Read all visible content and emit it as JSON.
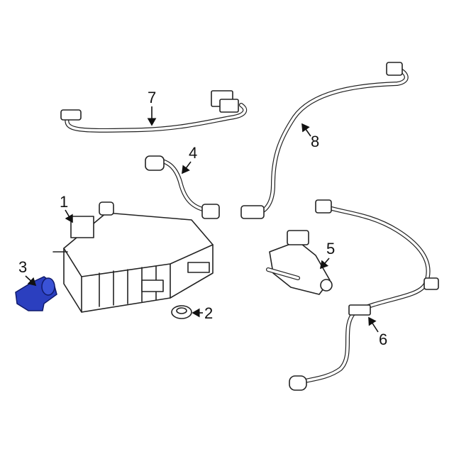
{
  "callouts": [
    {
      "label": "1"
    },
    {
      "label": "2"
    },
    {
      "label": "3"
    },
    {
      "label": "4"
    },
    {
      "label": "5"
    },
    {
      "label": "6"
    },
    {
      "label": "7"
    },
    {
      "label": "8"
    }
  ],
  "colors": {
    "highlight_part": "#2b3fbf",
    "line_art": "#222222",
    "background": "#ffffff"
  }
}
